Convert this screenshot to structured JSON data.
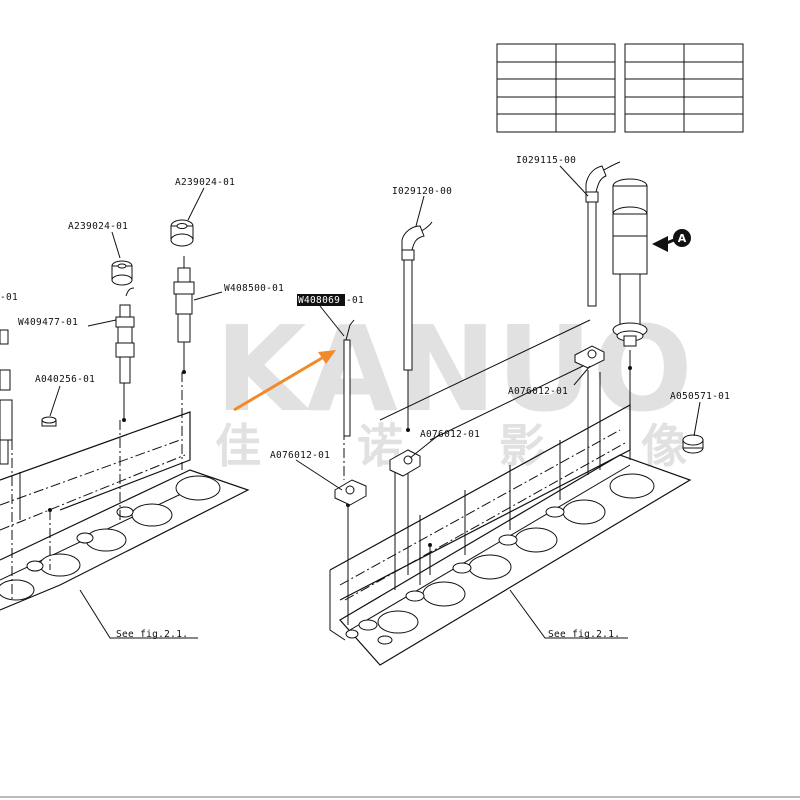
{
  "watermark": {
    "brand": "KANUO",
    "chinese": "佳 诺 影 像"
  },
  "callout_label": "A",
  "labels": {
    "left_cut": "-01",
    "a239024_left": "A239024-01",
    "a239024_top": "A239024-01",
    "w408500": "W408500-01",
    "w409477": "W409477-01",
    "a040256": "A040256-01",
    "see_fig_left": "See fig.2.1.",
    "i029120": "I029120-00",
    "i029115": "I029115-00",
    "w408069_hl": "W408069",
    "w408069_suffix": "-01",
    "a076012_right": "A076012-01",
    "a076012_mid": "A076012-01",
    "a076012_left": "A076012-01",
    "a050571": "A050571-01",
    "see_fig_right": "See fig.2.1."
  },
  "colors": {
    "line": "#111111",
    "arrow": "#f08a2a",
    "highlight": "#111111",
    "watermark": "#c9c9c9"
  }
}
